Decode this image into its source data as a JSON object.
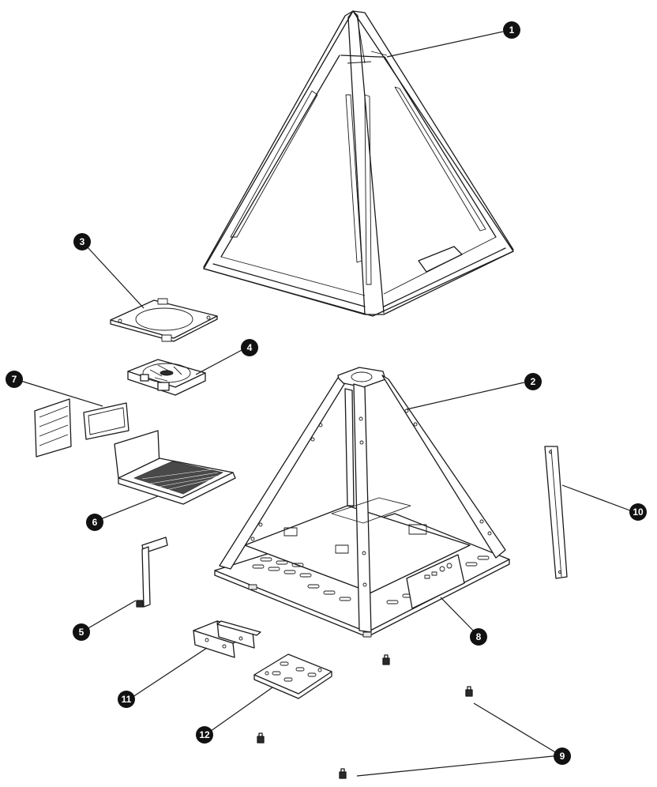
{
  "colors": {
    "line": "#1a1a1a",
    "callout_fill": "#111111",
    "callout_text": "#ffffff",
    "background": "#ffffff"
  },
  "callouts": [
    {
      "id": "1",
      "label": "1"
    },
    {
      "id": "2",
      "label": "2"
    },
    {
      "id": "3",
      "label": "3"
    },
    {
      "id": "4",
      "label": "4"
    },
    {
      "id": "5",
      "label": "5"
    },
    {
      "id": "6",
      "label": "6"
    },
    {
      "id": "7",
      "label": "7"
    },
    {
      "id": "8",
      "label": "8"
    },
    {
      "id": "9",
      "label": "9"
    },
    {
      "id": "10",
      "label": "10"
    },
    {
      "id": "11",
      "label": "11"
    },
    {
      "id": "12",
      "label": "12"
    }
  ]
}
